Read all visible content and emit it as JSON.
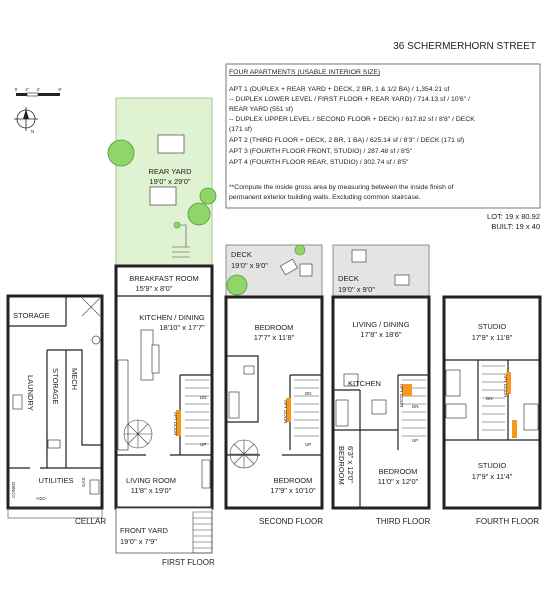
{
  "header": {
    "address": "36 SCHERMERHORN STREET"
  },
  "scale": {
    "ticks": [
      "0",
      "2'",
      "4'",
      "8'"
    ],
    "north": "N"
  },
  "notes": {
    "heading": "FOUR APARTMENTS (USABLE INTERIOR SIZE)",
    "lines": [
      "APT 1 (DUPLEX + REAR YARD + DECK, 2 BR, 1 & 1/2 BA) / 1,354.21 sf",
      "  -- DUPLEX LOWER LEVEL / FIRST FLOOR + REAR YARD) / 714.13 sf / 10'6\" /",
      "REAR YARD (551 sf)",
      "  -- DUPLEX UPPER LEVEL / SECOND FLOOR + DECK) / 617.82 sf / 8'8\" / DECK",
      "(171 sf)",
      "APT 2 (THIRD FLOOR + DECK, 2 BR, 1 BA) / 625.14 sf / 8'3\" / DECK (171 sf)",
      "APT 3 (FOURTH FLOOR FRONT, STUDIO) / 287.48 sf / 8'5\"",
      "APT 4 (FOURTH FLOOR REAR, STUDIO) / 302.74 sf / 8'5\""
    ],
    "footnote_1": "**Compute the inside gross area by measuring between the inside finish of",
    "footnote_2": "permanent exterior building walls. Excluding common staircase."
  },
  "lot": {
    "lot": "LOT: 19 x 80.92",
    "built": "BUILT: 19 x 40"
  },
  "floors": {
    "cellar": {
      "label": "CELLAR",
      "storage_1": "STORAGE",
      "laundry": "LAUNDRY",
      "storage_2": "STORAGE",
      "mech": "MECH",
      "utilities": "UTILITIES",
      "h2o": "H2O",
      "gas": "GAS",
      "conedison": "CONED"
    },
    "first": {
      "label": "FIRST FLOOR",
      "rear_yard": "REAR YARD",
      "rear_yard_dim": "19'0\" x 29'0\"",
      "breakfast": "BREAKFAST ROOM",
      "breakfast_dim": "15'9\" x 8'0\"",
      "kitchen": "KITCHEN / DINING",
      "kitchen_dim": "18'10\" x 17'7\"",
      "living": "LIVING ROOM",
      "living_dim": "11'8\" x 19'0\"",
      "front_yard": "FRONT YARD",
      "front_yard_dim": "19'0\" x 7'9\"",
      "dn": "DN",
      "up": "UP",
      "apt_door": "APT DOOR"
    },
    "second": {
      "label": "SECOND FLOOR",
      "deck": "DECK",
      "deck_dim": "19'0\" x 9'0\"",
      "bedroom_1": "BEDROOM",
      "bedroom_1_dim": "17'7\" x 11'8\"",
      "bedroom_2": "BEDROOM",
      "bedroom_2_dim": "17'9\" x 10'10\"",
      "dn": "DN",
      "up": "UP",
      "apt_door": "APT DOOR"
    },
    "third": {
      "label": "THIRD FLOOR",
      "deck": "DECK",
      "deck_dim": "19'0\" x 9'0\"",
      "living": "LIVING / DINING",
      "living_dim": "17'8\" x 18'6\"",
      "kitchen": "KITCHEN",
      "bedroom_1": "BEDROOM",
      "bedroom_1_dim": "6'3\" x 12'0\"",
      "bedroom_2": "BEDROOM",
      "bedroom_2_dim": "11'0\" x 12'0\"",
      "dn": "DN",
      "up": "UP",
      "apt_door": "APT DOOR"
    },
    "fourth": {
      "label": "FOURTH FLOOR",
      "studio_1": "STUDIO",
      "studio_1_dim": "17'9\" x 11'8\"",
      "studio_2": "STUDIO",
      "studio_2_dim": "17'9\" x 11'4\"",
      "dn": "DN",
      "apt_door": "APT DOOR"
    }
  },
  "colors": {
    "yard_fill": "#dff3d2",
    "deck_fill": "#e4e4e4",
    "tree_fill": "#8ed66a",
    "tree_stroke": "#4f9a34",
    "door_marker": "#f39a1e"
  }
}
